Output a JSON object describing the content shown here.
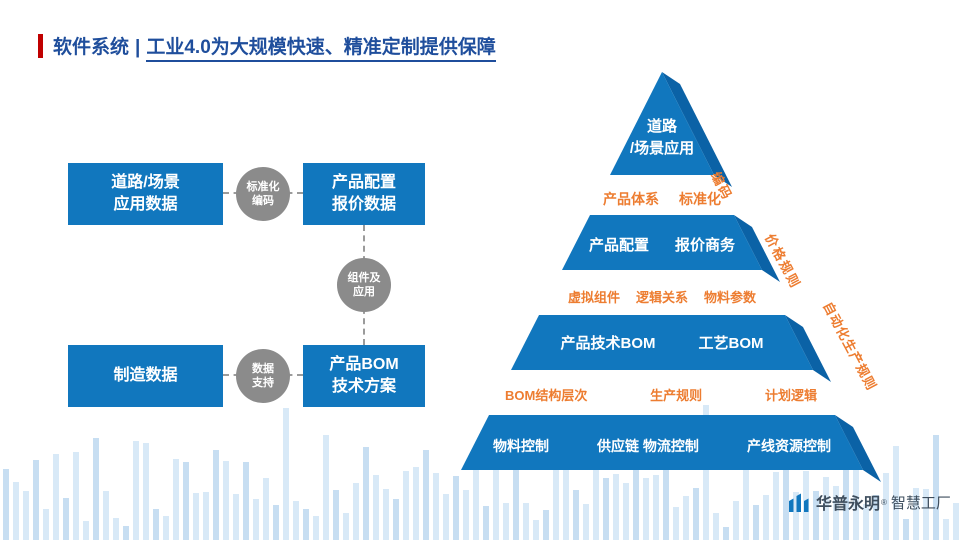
{
  "title": {
    "prefix": "软件系统",
    "separator": "|",
    "main": "工业4.0为大规模快速、精准定制提供保障"
  },
  "flowchart": {
    "box_road": {
      "line1": "道路/场景",
      "line2": "应用数据"
    },
    "box_config": {
      "line1": "产品配置",
      "line2": "报价数据"
    },
    "box_mfg": {
      "line1": "制造数据"
    },
    "box_bom": {
      "line1": "产品BOM",
      "line2": "技术方案"
    },
    "conn_std": {
      "line1": "标准化",
      "line2": "编码"
    },
    "conn_comp": {
      "line1": "组件及",
      "line2": "应用"
    },
    "conn_data": {
      "line1": "数据",
      "line2": "支持"
    }
  },
  "pyramid": {
    "level1": {
      "line1": "道路",
      "line2": "/场景应用",
      "side": "编码",
      "below": [
        "产品体系",
        "标准化"
      ]
    },
    "level2": {
      "items": [
        "产品配置",
        "报价商务"
      ],
      "side": "价格规则",
      "below": [
        "虚拟组件",
        "逻辑关系",
        "物料参数"
      ]
    },
    "level3": {
      "items": [
        "产品技术BOM",
        "工艺BOM"
      ],
      "side": "自动化生产规则",
      "below": [
        "BOM结构层次",
        "生产规则",
        "计划逻辑"
      ]
    },
    "level4": {
      "items": [
        "物料控制",
        "供应链 物流控制",
        "产线资源控制"
      ]
    }
  },
  "logo": {
    "brand": "华普永明",
    "reg": "®",
    "suffix": "智慧工厂"
  },
  "colors": {
    "primary_blue": "#1177BE",
    "flap_blue": "#0B62A6",
    "accent_orange": "#ED7D31",
    "title_blue": "#1F4E9C",
    "accent_red": "#C00000",
    "circle_gray": "#8B8B8B"
  }
}
